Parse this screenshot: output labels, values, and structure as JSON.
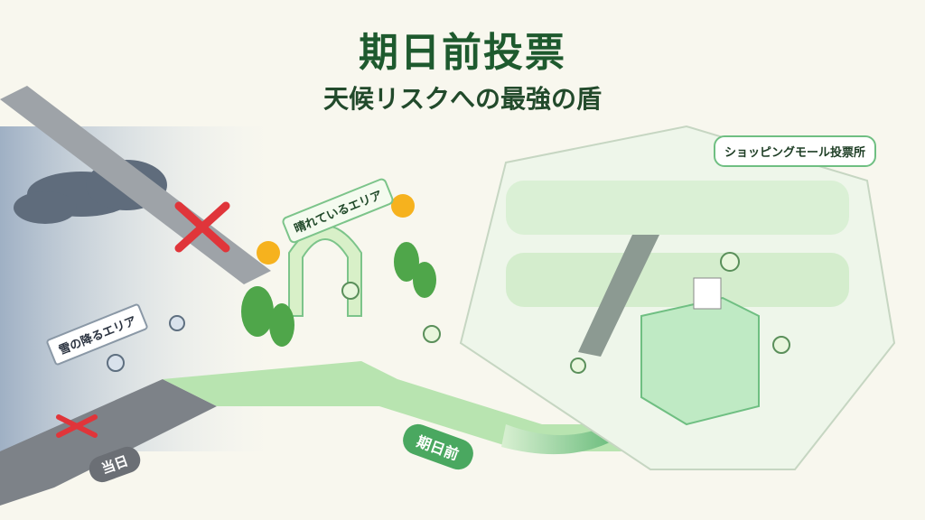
{
  "title": "期日前投票",
  "subtitle": "天候リスクへの最強の盾",
  "labels": {
    "mall": "ショッピングモール投票所",
    "sunny_area": "晴れているエリア",
    "snow_area": "雪の降るエリア",
    "election_day": "当日",
    "early_voting": "期日前"
  },
  "colors": {
    "accent": "#4aa860",
    "title": "#1e5a2e",
    "cross": "#e0353a"
  }
}
